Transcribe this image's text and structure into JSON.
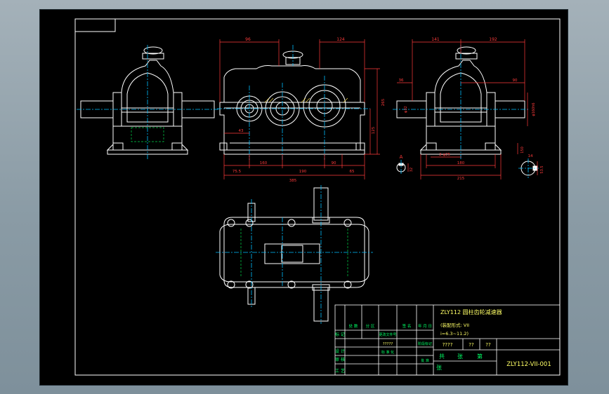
{
  "colors": {
    "sheet_background": "#000000",
    "frame": "#ffffff",
    "outline": "#ffffff",
    "centerline": "#00bfff",
    "dimension": "#ff3b3b",
    "hatch": "#ffe14d",
    "hidden": "#00d84a",
    "title_text": "#ffff66",
    "title_green": "#00ff66"
  },
  "front_view": {
    "dims_top": [
      "96",
      "124"
    ],
    "dims_bottom": [
      "75.5",
      "160",
      "190",
      "90",
      "65"
    ],
    "overall_length": "385",
    "center_height_label": "43",
    "right_dims": [
      "265",
      "125"
    ]
  },
  "left_view": {
    "labels": []
  },
  "right_view": {
    "dims_top": [
      "141",
      "192"
    ],
    "dim_right": "90",
    "dim_left_small": "36",
    "dims_vertical": [
      "φ160h6",
      "150",
      "φ32"
    ],
    "hole_label": "2-φ25",
    "dims_bottom": [
      "180",
      "215"
    ],
    "section_a_label": "A",
    "section_a_dim": "32",
    "section_b_label": "14",
    "section_b_dim": "53.5"
  },
  "title_block": {
    "model_name": "ZLY112  圆柱齿轮减速器",
    "line2": "(装配形式: VII",
    "line3": "i=6.3~11.2)",
    "scale_placeholder": "????",
    "qty_a": "??",
    "qty_b": "??",
    "sheet_marks": [
      "共",
      "张",
      "第"
    ],
    "sheet_mark4": "张",
    "drawing_number": "ZLY112-VII-001",
    "left_rows": [
      "标 记",
      "设 计",
      "审 核",
      "工 艺"
    ],
    "col_header_1": "处 数",
    "col_header_2": "分 区",
    "col_header_3": "更改文件号",
    "col_header_4": "签 名",
    "col_header_5": "年 月 日",
    "date_placeholder": "?????",
    "stage_label": "阶段标记",
    "std_label": "标 准 化",
    "approve_label": "批 准"
  }
}
